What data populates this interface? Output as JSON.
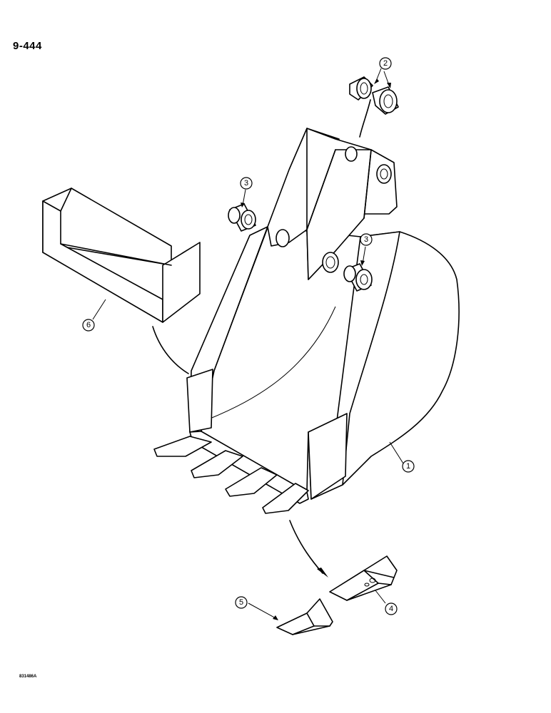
{
  "page": {
    "number": "9-444",
    "figure_code": "831486A"
  },
  "callouts": [
    {
      "id": "callout-1",
      "label": "1",
      "part": "bucket"
    },
    {
      "id": "callout-2",
      "label": "2",
      "part": "bushings"
    },
    {
      "id": "callout-3a",
      "label": "3",
      "part": "bushing"
    },
    {
      "id": "callout-3b",
      "label": "3",
      "part": "bushing"
    },
    {
      "id": "callout-4",
      "label": "4",
      "part": "tooth-adapter"
    },
    {
      "id": "callout-5",
      "label": "5",
      "part": "tooth-tip"
    },
    {
      "id": "callout-6",
      "label": "6",
      "part": "side-cutter-guard"
    }
  ]
}
